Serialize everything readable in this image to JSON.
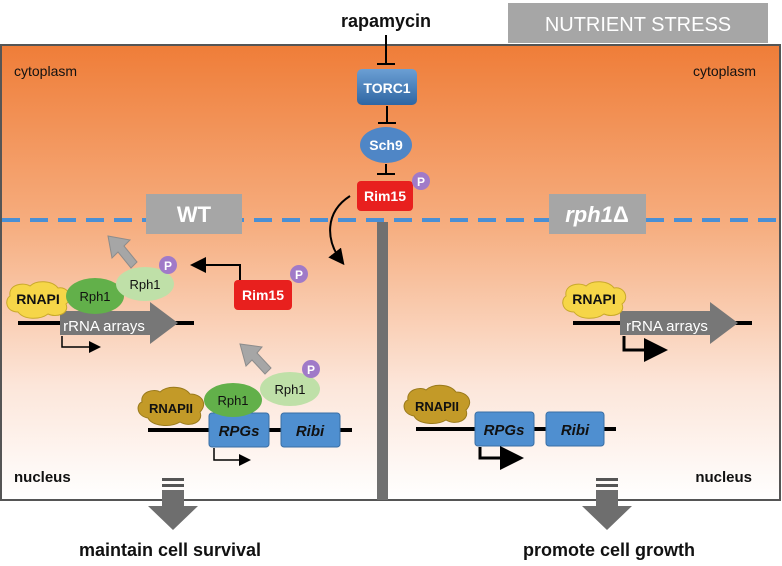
{
  "header": {
    "drug": "rapamycin",
    "condition_banner": "NUTRIENT STRESS"
  },
  "compartments": {
    "cytoplasm_left": "cytoplasm",
    "cytoplasm_right": "cytoplasm",
    "nucleus_left": "nucleus",
    "nucleus_right": "nucleus"
  },
  "signaling": {
    "torc1": "TORC1",
    "sch9": "Sch9",
    "rim15_cytoplasm": "Rim15",
    "phospho": "P"
  },
  "wt_panel": {
    "label": "WT",
    "rim15_nucleus": "Rim15",
    "rnapi": "RNAPI",
    "rph1_bound": "Rph1",
    "rph1_phospho": "Rph1",
    "rrna_arrays": "rRNA arrays",
    "rnapii": "RNAPII",
    "rph1_bound_2": "Rph1",
    "rph1_phospho_2": "Rph1",
    "rpgs": "RPGs",
    "ribi": "Ribi",
    "outcome": "maintain cell survival"
  },
  "mutant_panel": {
    "label_main": "rph1",
    "label_symbol": "Δ",
    "rnapi": "RNAPI",
    "rrna_arrays": "rRNA arrays",
    "rnapii": "RNAPII",
    "rpgs": "RPGs",
    "ribi": "Ribi",
    "outcome": "promote cell growth"
  },
  "colors": {
    "cytoplasm_top": "#ef7f3a",
    "nuclear_envelope": "#4a8fd4",
    "torc1": "#3e78b2",
    "sch9": "#4f86c6",
    "rim15": "#e8201e",
    "phospho": "#a07ac8",
    "rph1_dark": "#62b04a",
    "rph1_light": "#bfe0a8",
    "rnap": "#f6d648",
    "rnapii": "#c39a28",
    "gene_box": "#4f8fd0",
    "rrna_arrow": "#777777",
    "banner": "#a6a6a6"
  }
}
